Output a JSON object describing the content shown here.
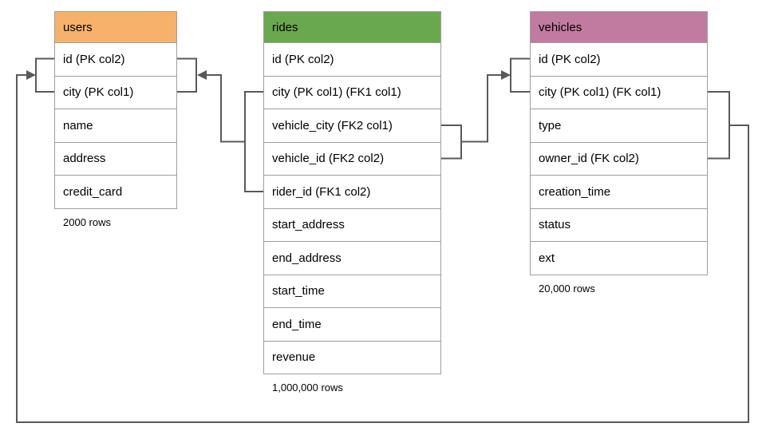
{
  "diagram": {
    "title": "database-schema",
    "line_color": "#595959",
    "border_color": "#9e9e9e",
    "tables": [
      {
        "id": "users",
        "title": "users",
        "header_color": "#F6B26B",
        "columns": [
          "id (PK col2)",
          "city (PK col1)",
          "name",
          "address",
          "credit_card"
        ],
        "row_count": "2000 rows"
      },
      {
        "id": "rides",
        "title": "rides",
        "header_color": "#6AA84F",
        "columns": [
          "id (PK col2)",
          "city (PK col1) (FK1 col1)",
          "vehicle_city (FK2 col1)",
          "vehicle_id (FK2 col2)",
          "rider_id (FK1 col2)",
          "start_address",
          "end_address",
          "start_time",
          "end_time",
          "revenue"
        ],
        "row_count": "1,000,000 rows"
      },
      {
        "id": "vehicles",
        "title": "vehicles",
        "header_color": "#C27BA0",
        "columns": [
          "id (PK col2)",
          "city (PK col1) (FK col1)",
          "type",
          "owner_id (FK col2)",
          "creation_time",
          "status",
          "ext"
        ],
        "row_count": "20,000 rows"
      }
    ],
    "relations": [
      {
        "name": "FK1",
        "from_table": "rides",
        "from_columns": [
          "city (PK col1) (FK1 col1)",
          "rider_id (FK1 col2)"
        ],
        "to_table": "users",
        "to_columns": [
          "id (PK col2)",
          "city (PK col1)"
        ]
      },
      {
        "name": "FK2",
        "from_table": "rides",
        "from_columns": [
          "vehicle_city (FK2 col1)",
          "vehicle_id (FK2 col2)"
        ],
        "to_table": "vehicles",
        "to_columns": [
          "id (PK col2)",
          "city (PK col1) (FK col1)"
        ]
      },
      {
        "name": "FK",
        "from_table": "vehicles",
        "from_columns": [
          "city (PK col1) (FK col1)",
          "owner_id (FK col2)"
        ],
        "to_table": "users",
        "to_columns": [
          "id (PK col2)",
          "city (PK col1)"
        ]
      }
    ]
  }
}
